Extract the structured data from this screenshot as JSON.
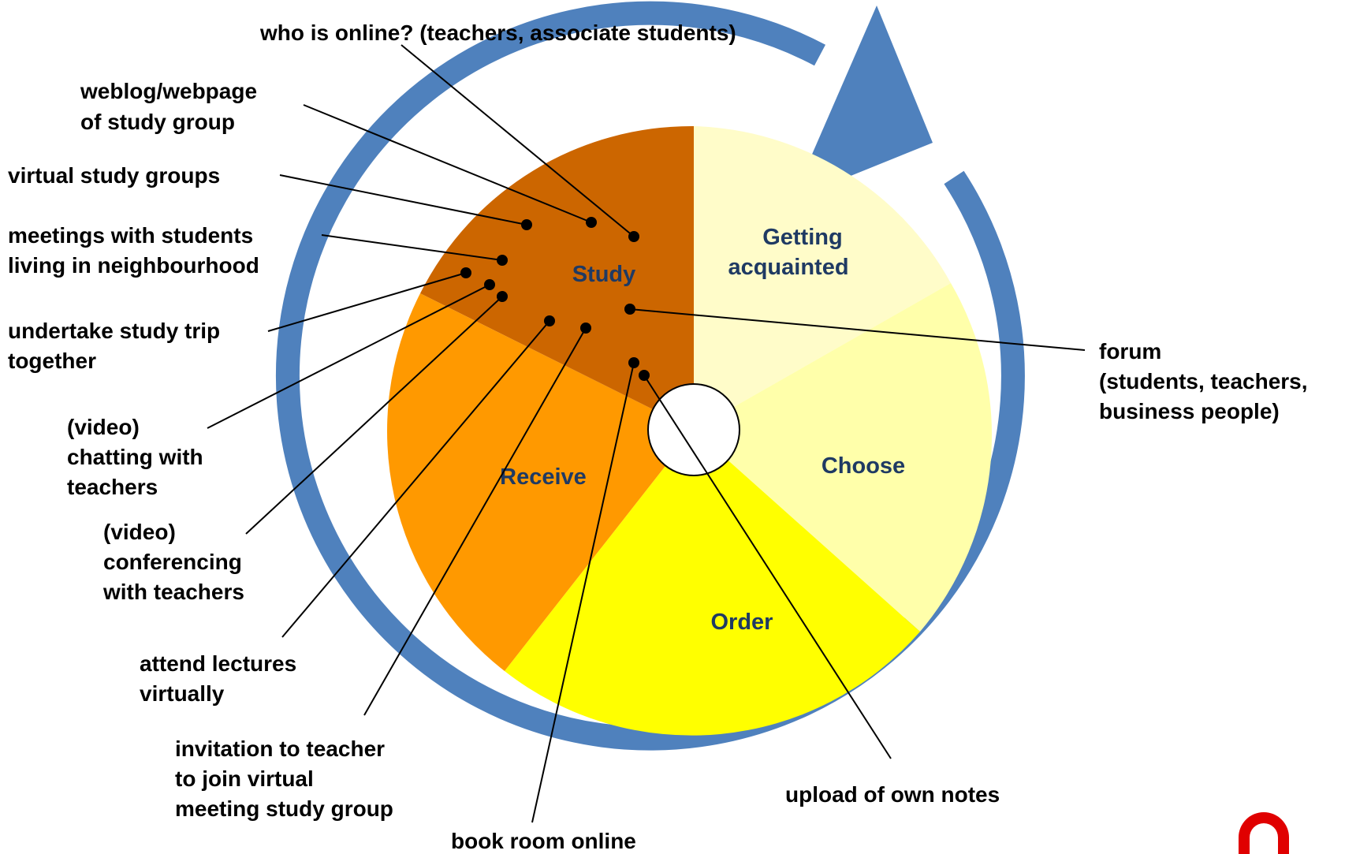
{
  "cycle": {
    "arrow_color": "#4f81bd",
    "segments": [
      {
        "name": "Getting acquainted",
        "lines": [
          "Getting",
          "acquainted"
        ],
        "color": "#fffcc9"
      },
      {
        "name": "Choose",
        "lines": [
          "Choose"
        ],
        "color": "#ffffaa"
      },
      {
        "name": "Order",
        "lines": [
          "Order"
        ],
        "color": "#ffff00"
      },
      {
        "name": "Receive",
        "lines": [
          "Receive"
        ],
        "color": "#ff9900"
      },
      {
        "name": "Study",
        "lines": [
          "Study"
        ],
        "color": "#cc6600"
      }
    ],
    "label_color": "#1f3a63"
  },
  "annotations": [
    {
      "id": "who-is-online",
      "lines": [
        "who is online? (teachers, associate students)"
      ]
    },
    {
      "id": "weblog-webpage",
      "lines": [
        "weblog/webpage",
        "of study group"
      ]
    },
    {
      "id": "virtual-study-groups",
      "lines": [
        "virtual study groups"
      ]
    },
    {
      "id": "meetings-neighbourhood",
      "lines": [
        "meetings with students",
        "living in neighbourhood"
      ]
    },
    {
      "id": "study-trip",
      "lines": [
        "undertake study trip",
        "together"
      ]
    },
    {
      "id": "video-chatting",
      "lines": [
        "(video)",
        "chatting with",
        "teachers"
      ]
    },
    {
      "id": "video-conferencing",
      "lines": [
        "(video)",
        "conferencing",
        "with teachers"
      ]
    },
    {
      "id": "attend-lectures",
      "lines": [
        "attend lectures",
        "virtually"
      ]
    },
    {
      "id": "invitation-teacher",
      "lines": [
        "invitation to teacher",
        "to join virtual",
        "meeting study group"
      ]
    },
    {
      "id": "book-room",
      "lines": [
        "book room online"
      ]
    },
    {
      "id": "upload-notes",
      "lines": [
        "upload of own notes"
      ]
    },
    {
      "id": "forum",
      "lines": [
        "forum",
        "(students, teachers,",
        "business people)"
      ]
    }
  ],
  "logo": {
    "color": "#e00000"
  }
}
